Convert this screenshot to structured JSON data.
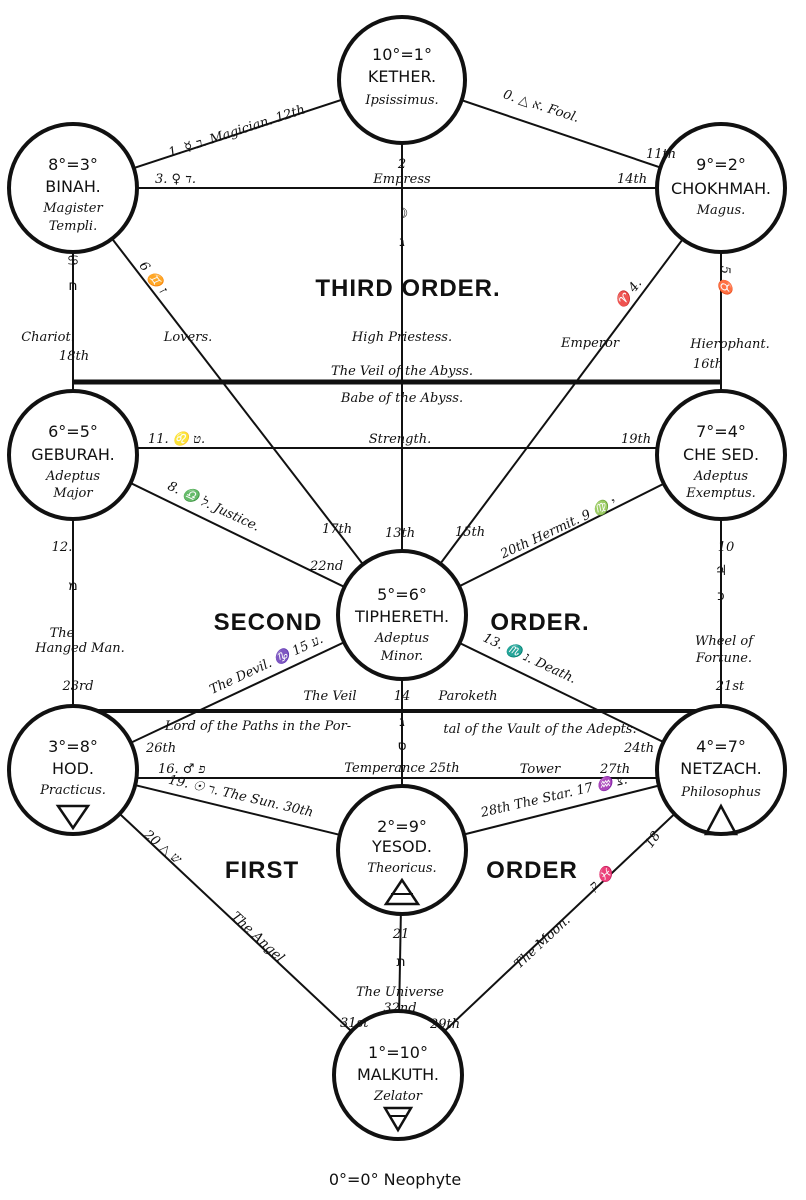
{
  "sephiroth": {
    "kether": {
      "grade": "10°=1°",
      "name": "KETHER.",
      "title": "Ipsissimus."
    },
    "binah": {
      "grade": "8°=3°",
      "name": "BINAH.",
      "title1": "Magister",
      "title2": "Templi."
    },
    "chokhmah": {
      "grade": "9°=2°",
      "name": "CHOKHMAH.",
      "title": "Magus."
    },
    "geburah": {
      "grade": "6°=5°",
      "name": "GEBURAH.",
      "title1": "Adeptus",
      "title2": "Major"
    },
    "chesed": {
      "grade": "7°=4°",
      "name": "CHE SED.",
      "title1": "Adeptus",
      "title2": "Exemptus."
    },
    "tiphereth": {
      "grade": "5°=6°",
      "name": "TIPHERETH.",
      "title1": "Adeptus",
      "title2": "Minor."
    },
    "hod": {
      "grade": "3°=8°",
      "name": "HOD.",
      "title": "Practicus."
    },
    "netzach": {
      "grade": "4°=7°",
      "name": "NETZACH.",
      "title": "Philosophus"
    },
    "yesod": {
      "grade": "2°=9°",
      "name": "YESOD.",
      "title": "Theoricus."
    },
    "malkuth": {
      "grade": "1°=10°",
      "name": "MALKUTH.",
      "title": "Zelator"
    }
  },
  "orders": {
    "third": "THIRD  ORDER.",
    "second_a": "SECOND",
    "second_b": "ORDER.",
    "first_a": "FIRST",
    "first_b": "ORDER"
  },
  "veils": {
    "abyss_top": "The Veil of the Abyss.",
    "abyss_bottom": "Babe of the Abyss.",
    "paroketh_a": "The Veil",
    "paroketh_num": "14",
    "paroketh_b": "Paroketh",
    "portal_a": "Lord of the Paths in the Por-",
    "portal_b": "tal of the Vault of the Adepts."
  },
  "paths": {
    "magician": "1. ☿ ב. Magician. 12th",
    "fool": "0. △ א. Fool.",
    "fool_num": "11th",
    "empress_left": "3. ♀ ד.",
    "empress": "Empress",
    "empress_num": "14th",
    "kether_mid_num": "2",
    "chariot": "Chariot.",
    "chariot_num": "18th",
    "lovers": "Lovers.",
    "lovers_sym": "6 ♊ ז",
    "high_priestess": "High Priestess.",
    "emperor": "Emperor",
    "emperor_sym": "♈ 4.",
    "hierophant": "Hierophant.",
    "hierophant_num": "16th",
    "hierophant_sym": "5 ♉",
    "strength_left": "11. ♌ ט.",
    "strength": "Strength.",
    "strength_num": "19th",
    "justice": "8. ♎ ל. Justice.",
    "justice_num": "22nd",
    "lovers_num": "17th",
    "priestess_num": "13th",
    "emperor_num": "15th",
    "hermit": "20th Hermit. י ♍ 9",
    "hanged_num": "12.",
    "hanged_a": "The",
    "hanged_b": "Hanged Man.",
    "hanged_bottom": "23rd",
    "wheel_num": "10",
    "wheel_a": "Wheel of",
    "wheel_b": "Fortune.",
    "wheel_bottom": "21st",
    "devil": "The Devil. ♑ ע 15.",
    "death": "13. ♏ נ. Death.",
    "hod_num": "26th",
    "netzach_num": "24th",
    "mars_left": "16. ♂ פ",
    "temperance": "Temperance 25th",
    "tower": "Tower",
    "tower_num": "27th",
    "sun": "19. ☉ ר. The Sun. 30th",
    "star": "28th The Star. צ ♒ 17.",
    "angel_sym": "20 △ ש",
    "angel": "The Angel",
    "angel_num": "31st",
    "moon_num": "18",
    "moon_sym": "ק ♓",
    "moon": "The Moon.",
    "moon_bottom": "29th",
    "universe_num": "21",
    "universe": "The Universe",
    "universe_bottom": "32nd"
  },
  "footer": {
    "neophyte": "0°=0° Neophyte"
  }
}
